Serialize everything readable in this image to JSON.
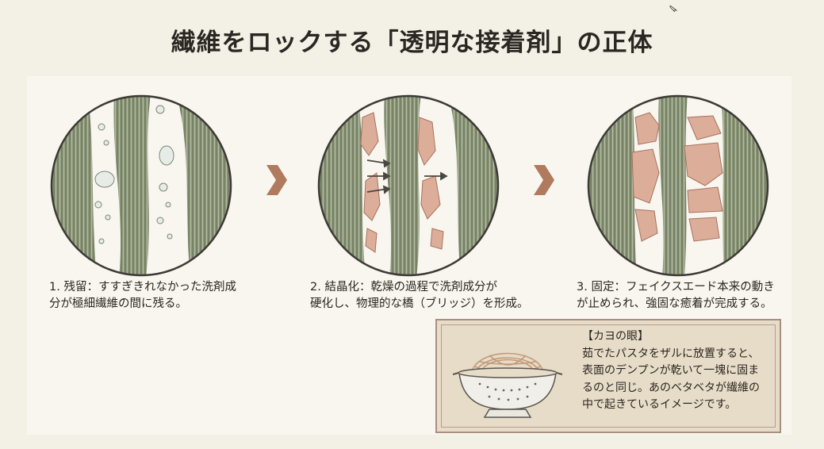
{
  "title": "繊維をロックする「透明な接着剤」の正体",
  "steps": [
    {
      "line1": "1. 残留：すすぎきれなかった洗剤成",
      "line2": "分が極細繊維の間に残る。"
    },
    {
      "line1": "2. 結晶化：乾燥の過程で洗剤成分が",
      "line2": "硬化し、物理的な橋（ブリッジ）を形成。"
    },
    {
      "line1": "3. 固定：フェイクスエード本来の動き",
      "line2": "が止められ、強固な癒着が完成する。"
    }
  ],
  "callout": {
    "heading": "【カヨの眼】",
    "lines": [
      "茹でたパスタをザルに放置すると、",
      "表面のデンプンが乾いて一塊に固ま",
      "るのと同じ。あのベタベタが繊維の",
      "中で起きているイメージです。"
    ]
  },
  "colors": {
    "fiber": "#8a9477",
    "fiber_dark": "#4f5a44",
    "crystal": "#d9a894",
    "arrow": "#b07a5e",
    "callout_bg": "#e7dcc8",
    "callout_border": "#a98f82"
  }
}
